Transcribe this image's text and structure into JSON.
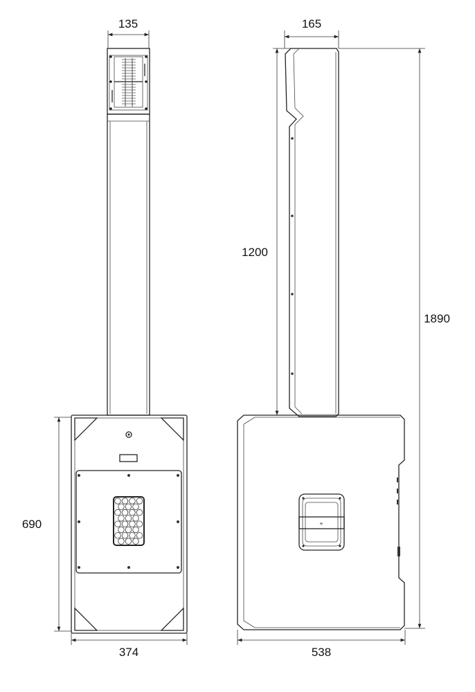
{
  "dimensions": {
    "front_column_width": "135",
    "side_column_depth": "165",
    "column_height": "1200",
    "total_height": "1890",
    "sub_height": "690",
    "sub_width": "374",
    "sub_depth": "538"
  },
  "colors": {
    "line": "#222222",
    "background": "#ffffff"
  }
}
